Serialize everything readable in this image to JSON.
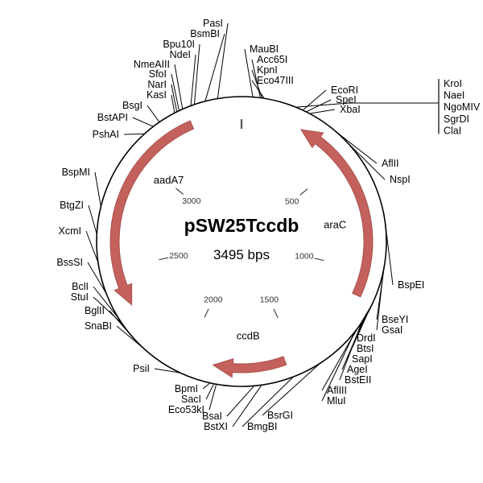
{
  "plasmid": {
    "name": "pSW25Tccdb",
    "size_label": "3495 bps",
    "size_bp": 3495,
    "origin_marker": "I"
  },
  "scale_ticks": [
    {
      "label": "500",
      "angle": 51.5
    },
    {
      "label": "1000",
      "angle": 103
    },
    {
      "label": "1500",
      "angle": 154.5
    },
    {
      "label": "2000",
      "angle": 206
    },
    {
      "label": "2500",
      "angle": 257.5
    },
    {
      "label": "3000",
      "angle": 309
    }
  ],
  "genes": [
    {
      "name": "aadA7",
      "label_angle": 310,
      "start_angle": 337,
      "end_angle": 240,
      "direction": "clockwise-reverse"
    },
    {
      "name": "araC",
      "label_angle": 80,
      "start_angle": 115,
      "end_angle": 28,
      "direction": "counterclockwise"
    },
    {
      "name": "ccdB",
      "label_angle": 176,
      "start_angle": 160,
      "end_angle": 193,
      "direction": "counterclockwise"
    }
  ],
  "sites": [
    {
      "labels": [
        "PshAI"
      ],
      "angle": 318.0,
      "side": "left"
    },
    {
      "labels": [
        "BstAPI"
      ],
      "angle": 322.5,
      "side": "left"
    },
    {
      "labels": [
        "BsgI"
      ],
      "angle": 325.5,
      "side": "left"
    },
    {
      "labels": [
        "KasI"
      ],
      "angle": 332.5,
      "side": "left"
    },
    {
      "labels": [
        "NarI"
      ],
      "angle": 333.5,
      "side": "left"
    },
    {
      "labels": [
        "SfoI"
      ],
      "angle": 334.5,
      "side": "left"
    },
    {
      "labels": [
        "NmeAIII"
      ],
      "angle": 336.0,
      "side": "left"
    },
    {
      "labels": [
        "NdeI"
      ],
      "angle": 339.5,
      "side": "left"
    },
    {
      "labels": [
        "Bpu10I"
      ],
      "angle": 341.0,
      "side": "left"
    },
    {
      "labels": [
        "BsmBI"
      ],
      "angle": 345.5,
      "side": "left"
    },
    {
      "labels": [
        "PasI"
      ],
      "angle": 350.5,
      "side": "left"
    },
    {
      "labels": [
        "MauBI"
      ],
      "angle": 4.5,
      "side": "right"
    },
    {
      "labels": [
        "Acc65I"
      ],
      "angle": 7.5,
      "side": "right"
    },
    {
      "labels": [
        "KpnI"
      ],
      "angle": 8.2,
      "side": "right"
    },
    {
      "labels": [
        "Eco47III"
      ],
      "angle": 9.0,
      "side": "right"
    },
    {
      "labels": [
        "EcoRI"
      ],
      "angle": 25.0,
      "side": "right"
    },
    {
      "labels": [
        "SpeI"
      ],
      "angle": 26.5,
      "side": "right"
    },
    {
      "labels": [
        "XbaI"
      ],
      "angle": 28.0,
      "side": "right"
    },
    {
      "labels": [
        "AflII"
      ],
      "angle": 41.0,
      "side": "right"
    },
    {
      "labels": [
        "NspI"
      ],
      "angle": 47.0,
      "side": "right"
    },
    {
      "labels": [
        "BspEI"
      ],
      "angle": 83.0,
      "side": "right"
    },
    {
      "labels": [
        "BseYI"
      ],
      "angle": 100.0,
      "side": "right"
    },
    {
      "labels": [
        "GsaI"
      ],
      "angle": 101.5,
      "side": "right"
    },
    {
      "labels": [
        "DrdI"
      ],
      "angle": 116.0,
      "side": "right"
    },
    {
      "labels": [
        "BtsI"
      ],
      "angle": 118.0,
      "side": "right"
    },
    {
      "labels": [
        "SapI"
      ],
      "angle": 120.0,
      "side": "right"
    },
    {
      "labels": [
        "AgeI"
      ],
      "angle": 122.0,
      "side": "right"
    },
    {
      "labels": [
        "BstEII"
      ],
      "angle": 124.0,
      "side": "right"
    },
    {
      "labels": [
        "AflIII"
      ],
      "angle": 127.5,
      "side": "right"
    },
    {
      "labels": [
        "MluI"
      ],
      "angle": 128.5,
      "side": "right"
    },
    {
      "labels": [
        "BsrGI"
      ],
      "angle": 147.0,
      "side": "bottom"
    },
    {
      "labels": [
        "BmgBI"
      ],
      "angle": 159.0,
      "side": "bottom"
    },
    {
      "labels": [
        "BstXI"
      ],
      "angle": 172.0,
      "side": "bottom"
    },
    {
      "labels": [
        "BsaI"
      ],
      "angle": 175.0,
      "side": "bottom"
    },
    {
      "labels": [
        "Eco53kI"
      ],
      "angle": 190.0,
      "side": "left"
    },
    {
      "labels": [
        "SacI"
      ],
      "angle": 191.0,
      "side": "left"
    },
    {
      "labels": [
        "BpmI"
      ],
      "angle": 192.5,
      "side": "left"
    },
    {
      "labels": [
        "PsiI"
      ],
      "angle": 205.0,
      "side": "left"
    },
    {
      "labels": [
        "SnaBI"
      ],
      "angle": 222.0,
      "side": "left"
    },
    {
      "labels": [
        "BglII"
      ],
      "angle": 228.5,
      "side": "left"
    },
    {
      "labels": [
        "StuI"
      ],
      "angle": 235.5,
      "side": "left"
    },
    {
      "labels": [
        "BclI"
      ],
      "angle": 237.5,
      "side": "left"
    },
    {
      "labels": [
        "BssSI"
      ],
      "angle": 249.0,
      "side": "left"
    },
    {
      "labels": [
        "XcmI"
      ],
      "angle": 261.5,
      "side": "left"
    },
    {
      "labels": [
        "BtgZI"
      ],
      "angle": 273.0,
      "side": "left"
    },
    {
      "labels": [
        "BspMI"
      ],
      "angle": 284.0,
      "side": "left"
    }
  ],
  "bracket_group": {
    "angle": 22.0,
    "items": [
      "KroI",
      "NaeI",
      "NgoMIV",
      "SgrDI",
      "ClaI"
    ]
  },
  "colors": {
    "gene_arrow": "#c4615c",
    "gene_arrow_stroke": "#a9534e",
    "circle": "#000000",
    "text": "#000000"
  }
}
